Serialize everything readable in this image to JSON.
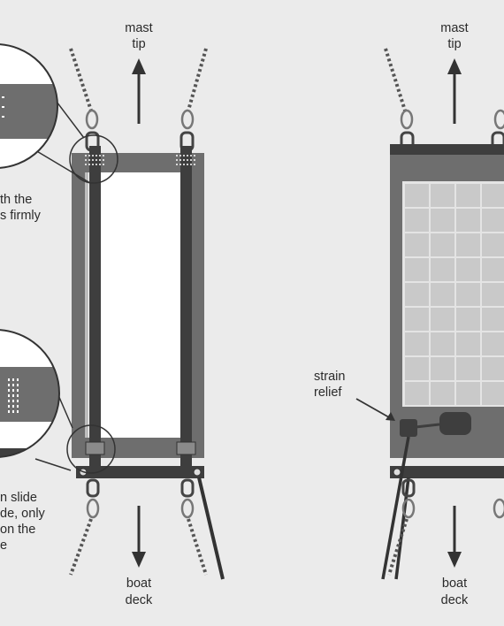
{
  "labels": {
    "left_top_line1": "mast",
    "left_top_line2": "tip",
    "right_top_line1": "mast",
    "right_top_line2": "tip",
    "left_bottom_line1": "boat",
    "left_bottom_line2": "deck",
    "right_bottom_line1": "boat",
    "right_bottom_line2": "deck",
    "strain_line1": "strain",
    "strain_line2": "relief",
    "callout_top_line1": "th the",
    "callout_top_line2": "s firmly",
    "callout_bottom_line1": "n slide",
    "callout_bottom_line2": "de, only",
    "callout_bottom_line3": "on the",
    "callout_bottom_line4": "e"
  },
  "colors": {
    "background": "#ebebeb",
    "frame": "#6e6e6e",
    "strap": "#3e3e3e",
    "cell": "#c9c9c9",
    "panel_white": "#ffffff",
    "text": "#2b2b2b"
  },
  "icons": {
    "up_arrow": "arrow-up-icon",
    "down_arrow": "arrow-down-icon",
    "rope": "rope-icon",
    "carabiner": "carabiner-icon",
    "d_ring": "d-ring-icon",
    "junction_box": "junction-box-icon"
  }
}
